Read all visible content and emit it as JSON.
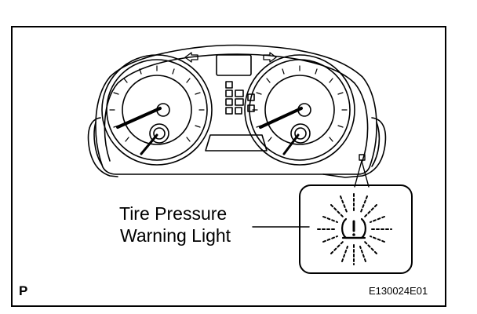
{
  "figure": {
    "callout_line1": "Tire Pressure",
    "callout_line2": "Warning Light",
    "panel_letter": "P",
    "figure_id": "E130024E01"
  },
  "colors": {
    "ink": "#000000",
    "paper": "#ffffff"
  },
  "icons": [
    "instrument-cluster",
    "speedometer-gauge",
    "tachometer-gauge",
    "turn-signal-left-icon",
    "turn-signal-right-icon",
    "tire-pressure-warning-icon"
  ]
}
